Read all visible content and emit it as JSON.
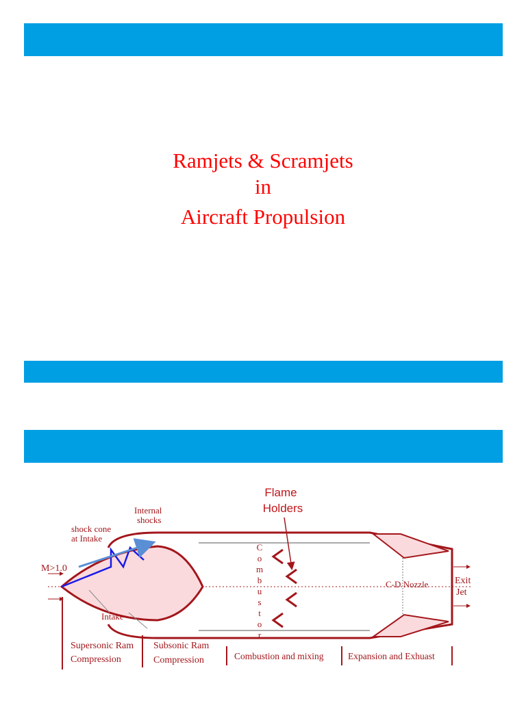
{
  "slide": {
    "title_lines": [
      "Ramjets & Scramjets",
      "in",
      "Aircraft Propulsion"
    ],
    "accent_color": "#009ee3",
    "title_color": "#ff0000"
  },
  "diagram": {
    "flame_holders_label": [
      "Flame",
      "Holders"
    ],
    "internal_shocks_label": [
      "Internal",
      "shocks"
    ],
    "shock_cone_label": [
      "shock cone",
      "at Intake"
    ],
    "mach_label": "M>1.0",
    "combustor_letters": [
      "C",
      "o",
      "m",
      "b",
      "u",
      "s",
      "t",
      "o",
      "r"
    ],
    "intake_label": "Intake",
    "nozzle_label": "C-D Nozzle",
    "exit_label": [
      "Exit",
      "Jet"
    ],
    "stages": [
      [
        "Supersonic Ram",
        "Compression"
      ],
      [
        "Subsonic Ram",
        "Compression"
      ],
      [
        "Combustion and mixing"
      ],
      [
        "Expansion and Exhuast"
      ]
    ],
    "body_color": "#a3161b",
    "fill_color": "#fadadd",
    "shock_color": "#1a1ae6",
    "arrow_color": "#5a8fd6"
  }
}
